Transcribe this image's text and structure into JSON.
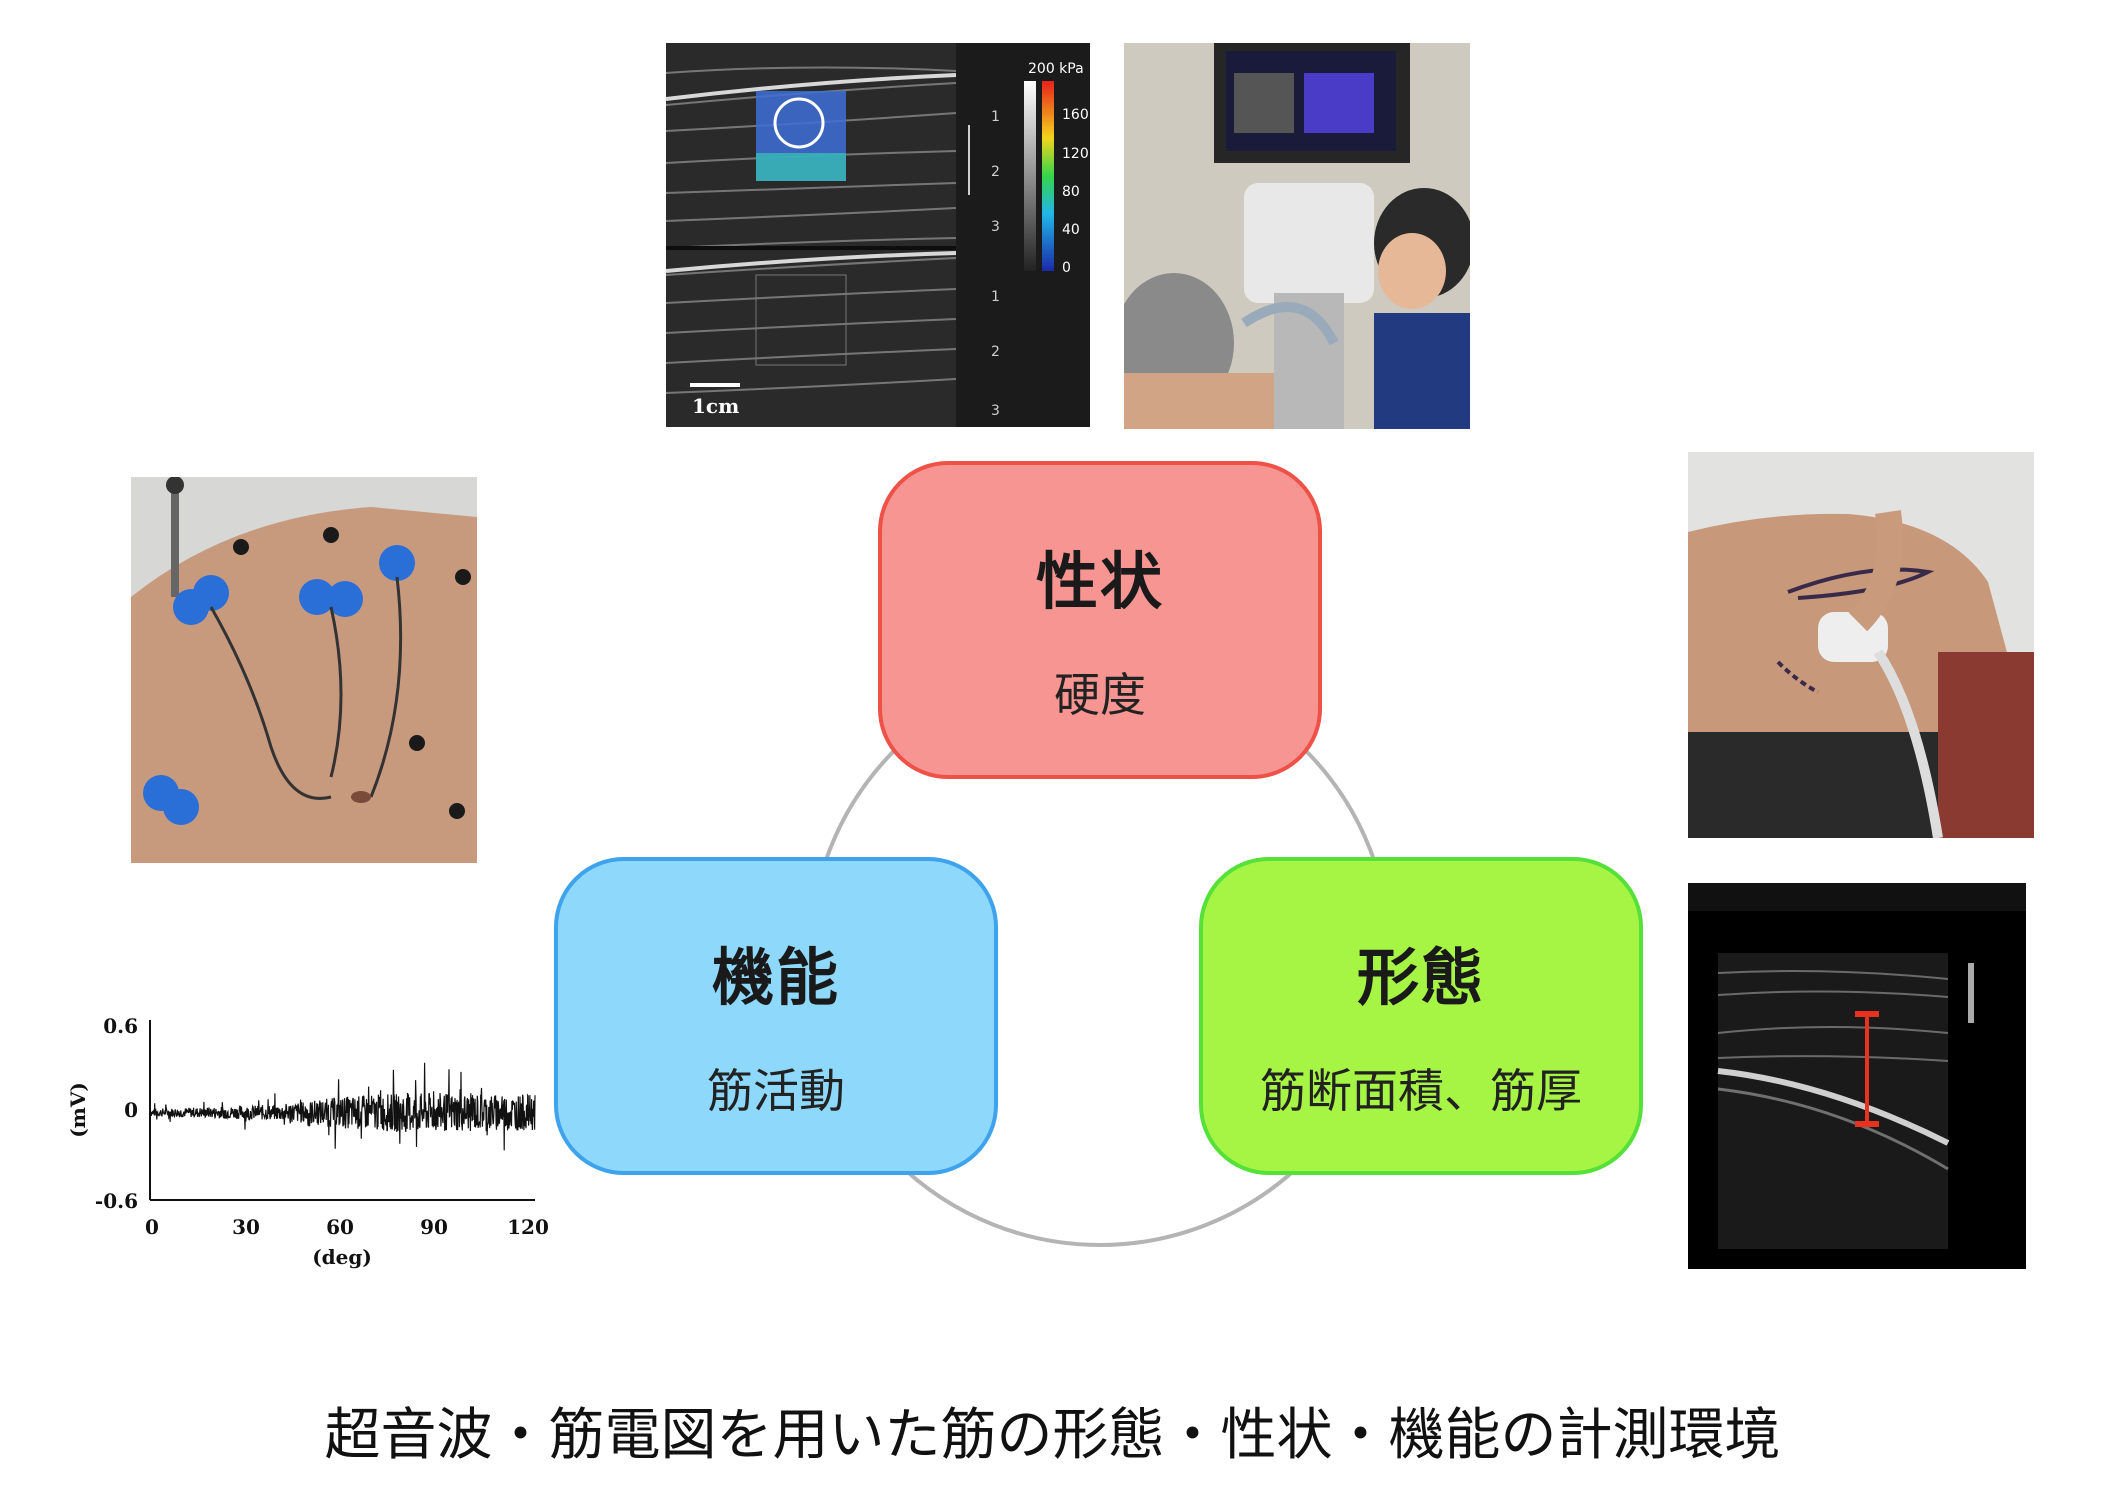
{
  "boxes": {
    "properties": {
      "title": "性状",
      "sub": "硬度",
      "fill": "#f79592",
      "stroke": "#ee5247"
    },
    "function": {
      "title": "機能",
      "sub": "筋活動",
      "fill": "#8ed8fb",
      "stroke": "#3ea2ec"
    },
    "morphology": {
      "title": "形態",
      "sub": "筋断面積、筋厚",
      "fill": "#a6f545",
      "stroke": "#55e03a"
    }
  },
  "elastography": {
    "colorbar_unit": "200 kPa",
    "colorbar_ticks": [
      "160",
      "120",
      "80",
      "40",
      "0"
    ],
    "depth_ticks_top": [
      "1",
      "2",
      "3"
    ],
    "depth_ticks_bottom": [
      "1",
      "2",
      "3"
    ],
    "scale_label": "1cm"
  },
  "emg_chart": {
    "chart_data": {
      "type": "line",
      "xlabel": "(deg)",
      "ylabel": "(mV)",
      "xlim": [
        0,
        120
      ],
      "ylim": [
        -0.6,
        0.6
      ],
      "x_ticks": [
        "0",
        "30",
        "60",
        "90",
        "120"
      ],
      "y_ticks": [
        "0.6",
        "0",
        "-0.6"
      ],
      "series": [
        {
          "amplitude_envelope_x": [
            0,
            20,
            40,
            60,
            80,
            100,
            120
          ],
          "amplitude_envelope_y": [
            0.05,
            0.07,
            0.1,
            0.2,
            0.25,
            0.24,
            0.22
          ]
        }
      ],
      "grid": false
    }
  },
  "caption": "超音波・筋電図を用いた筋の形態・性状・機能の計測環境",
  "colors": {
    "circle": "#b4b4b4",
    "thickness_marker": "#e8321f"
  }
}
